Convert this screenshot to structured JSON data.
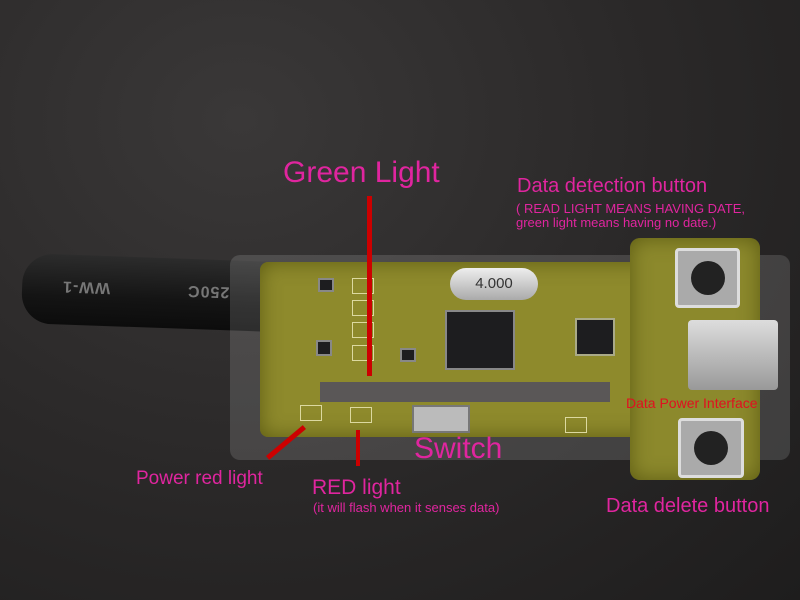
{
  "labels": {
    "green_light": "Green Light",
    "data_detection_title": "Data detection button",
    "data_detection_note1": "( READ LIGHT MEANS HAVING DATE,",
    "data_detection_note2": "green light means having no date.)",
    "data_power_interface": "Data Power Interface",
    "switch": "Switch",
    "power_red_light": "Power red light",
    "red_light": "RED light",
    "red_light_note": "(it will flash when it senses data)",
    "data_delete_button": "Data delete button"
  },
  "device_markings": {
    "crystal": "4.000",
    "tube_left": "WW-1",
    "tube_right": "250C"
  },
  "colors": {
    "label": "#e0259f",
    "pointer": "#cc0000",
    "interface_label": "#e01020"
  }
}
